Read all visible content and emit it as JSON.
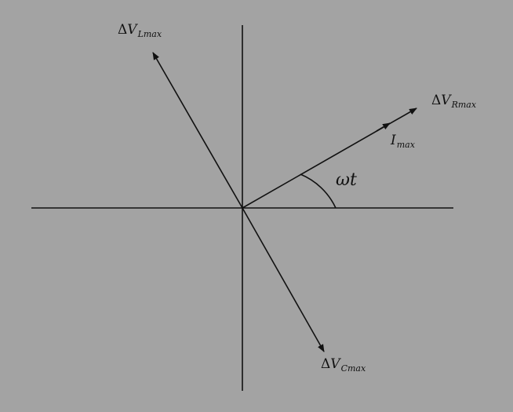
{
  "diagram": {
    "labels": {
      "vl": {
        "delta": "Δ",
        "symbol": "V",
        "sub": "Lmax"
      },
      "vr": {
        "delta": "Δ",
        "symbol": "V",
        "sub": "Rmax"
      },
      "imax": {
        "symbol": "I",
        "sub": "max"
      },
      "vc": {
        "delta": "Δ",
        "symbol": "V",
        "sub": "Cmax"
      },
      "angle": {
        "text": "ωt"
      }
    }
  }
}
